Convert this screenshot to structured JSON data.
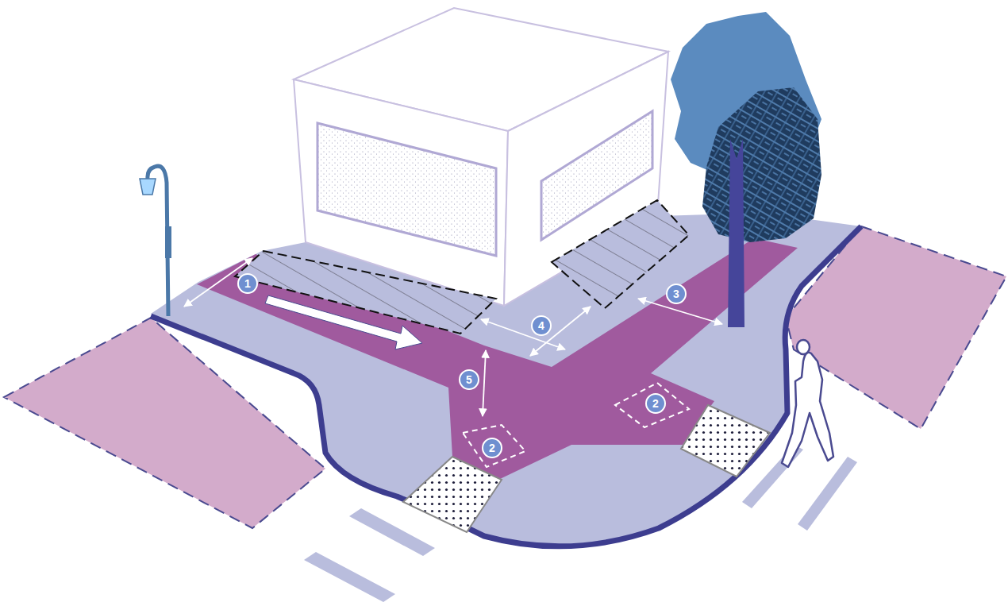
{
  "diagram": {
    "labels": [
      "1",
      "3",
      "4",
      "5",
      "2",
      "2"
    ]
  }
}
